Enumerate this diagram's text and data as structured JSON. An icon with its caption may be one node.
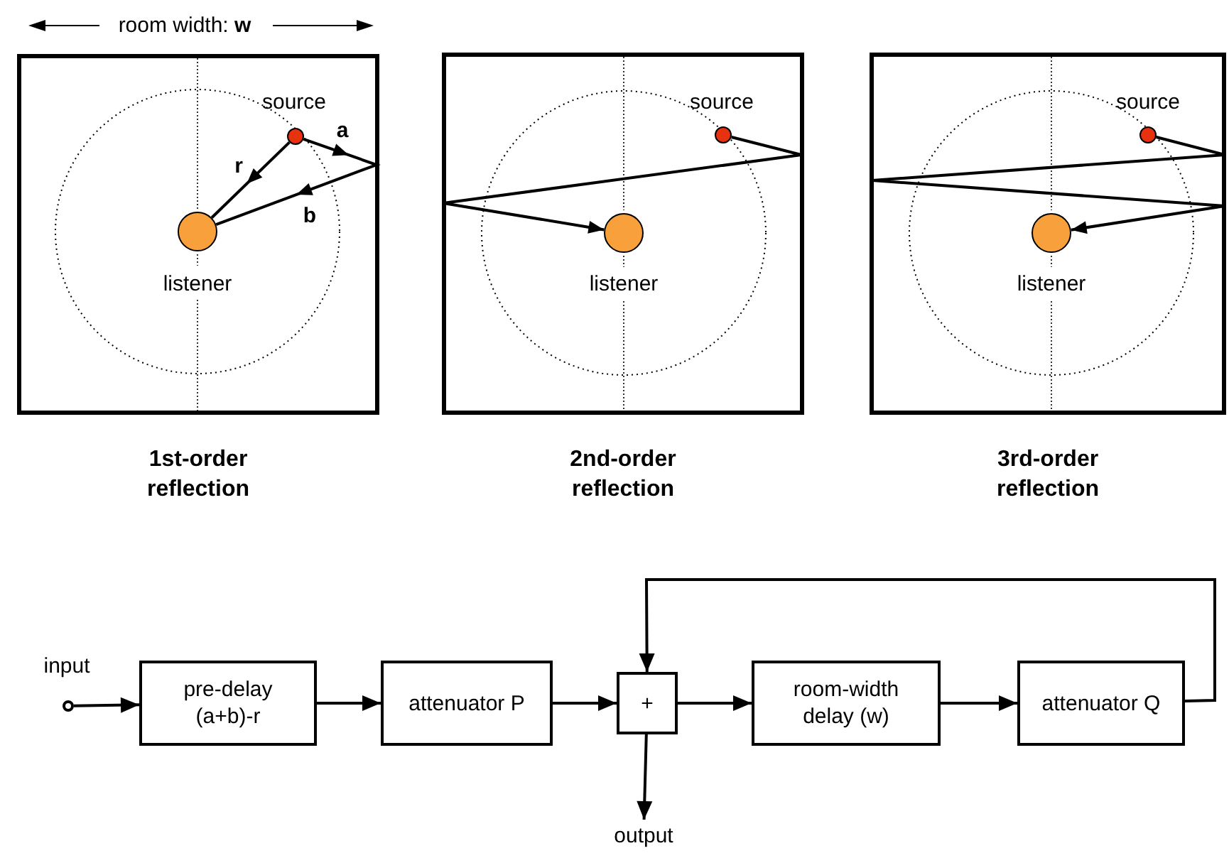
{
  "diagram": {
    "nodes": [
      {
        "text": [],
        "shape": "box",
        "beside": [
          "1st-order reflection"
        ]
      },
      {
        "text": [],
        "shape": "circle",
        "beside": [
          "source"
        ],
        "in": 0
      },
      {
        "text": [],
        "shape": "circle",
        "beside": [
          "listener"
        ],
        "in": 0
      },
      {
        "text": [],
        "shape": "box",
        "beside": [
          "2nd-order reflection"
        ]
      },
      {
        "text": [],
        "shape": "circle",
        "beside": [
          "source"
        ],
        "in": 3
      },
      {
        "text": [],
        "shape": "circle",
        "beside": [
          "listener"
        ],
        "in": 3
      },
      {
        "text": [],
        "shape": "box",
        "beside": [
          "3rd-order reflection"
        ]
      },
      {
        "text": [],
        "shape": "circle",
        "beside": [
          "source"
        ],
        "in": 6
      },
      {
        "text": [],
        "shape": "circle",
        "beside": [
          "listener"
        ],
        "in": 6
      },
      {
        "text": [],
        "shape": "circle",
        "beside": [
          "input"
        ]
      },
      {
        "text": [
          "pre-delay (a+b)-r"
        ]
      },
      {
        "text": [
          "attenuator P"
        ]
      },
      {
        "text": [
          "+"
        ]
      },
      {
        "text": [
          "room-width delay (w)"
        ]
      },
      {
        "text": [
          "attenuator Q"
        ]
      },
      {
        "text": [
          "output"
        ]
      }
    ],
    "edges": [
      {
        "from": 1,
        "to": 2,
        "arrow": "to",
        "label": "r"
      },
      {
        "from": 1,
        "to": 2,
        "arrow": "to"
      },
      {
        "from": 4,
        "to": 5,
        "arrow": "to"
      },
      {
        "from": 7,
        "to": 8,
        "arrow": "to"
      },
      {
        "from": 9,
        "to": 10,
        "arrow": "to"
      },
      {
        "from": 10,
        "to": 11,
        "arrow": "to"
      },
      {
        "from": 11,
        "to": 12,
        "arrow": "to"
      },
      {
        "from": 12,
        "to": 13,
        "arrow": "to"
      },
      {
        "from": 13,
        "to": 14,
        "arrow": "to"
      },
      {
        "from": 14,
        "to": 12,
        "arrow": "to"
      },
      {
        "from": 12,
        "to": 15,
        "arrow": "to"
      }
    ],
    "labels": [
      "room width: **w**",
      "a",
      "b"
    ]
  }
}
